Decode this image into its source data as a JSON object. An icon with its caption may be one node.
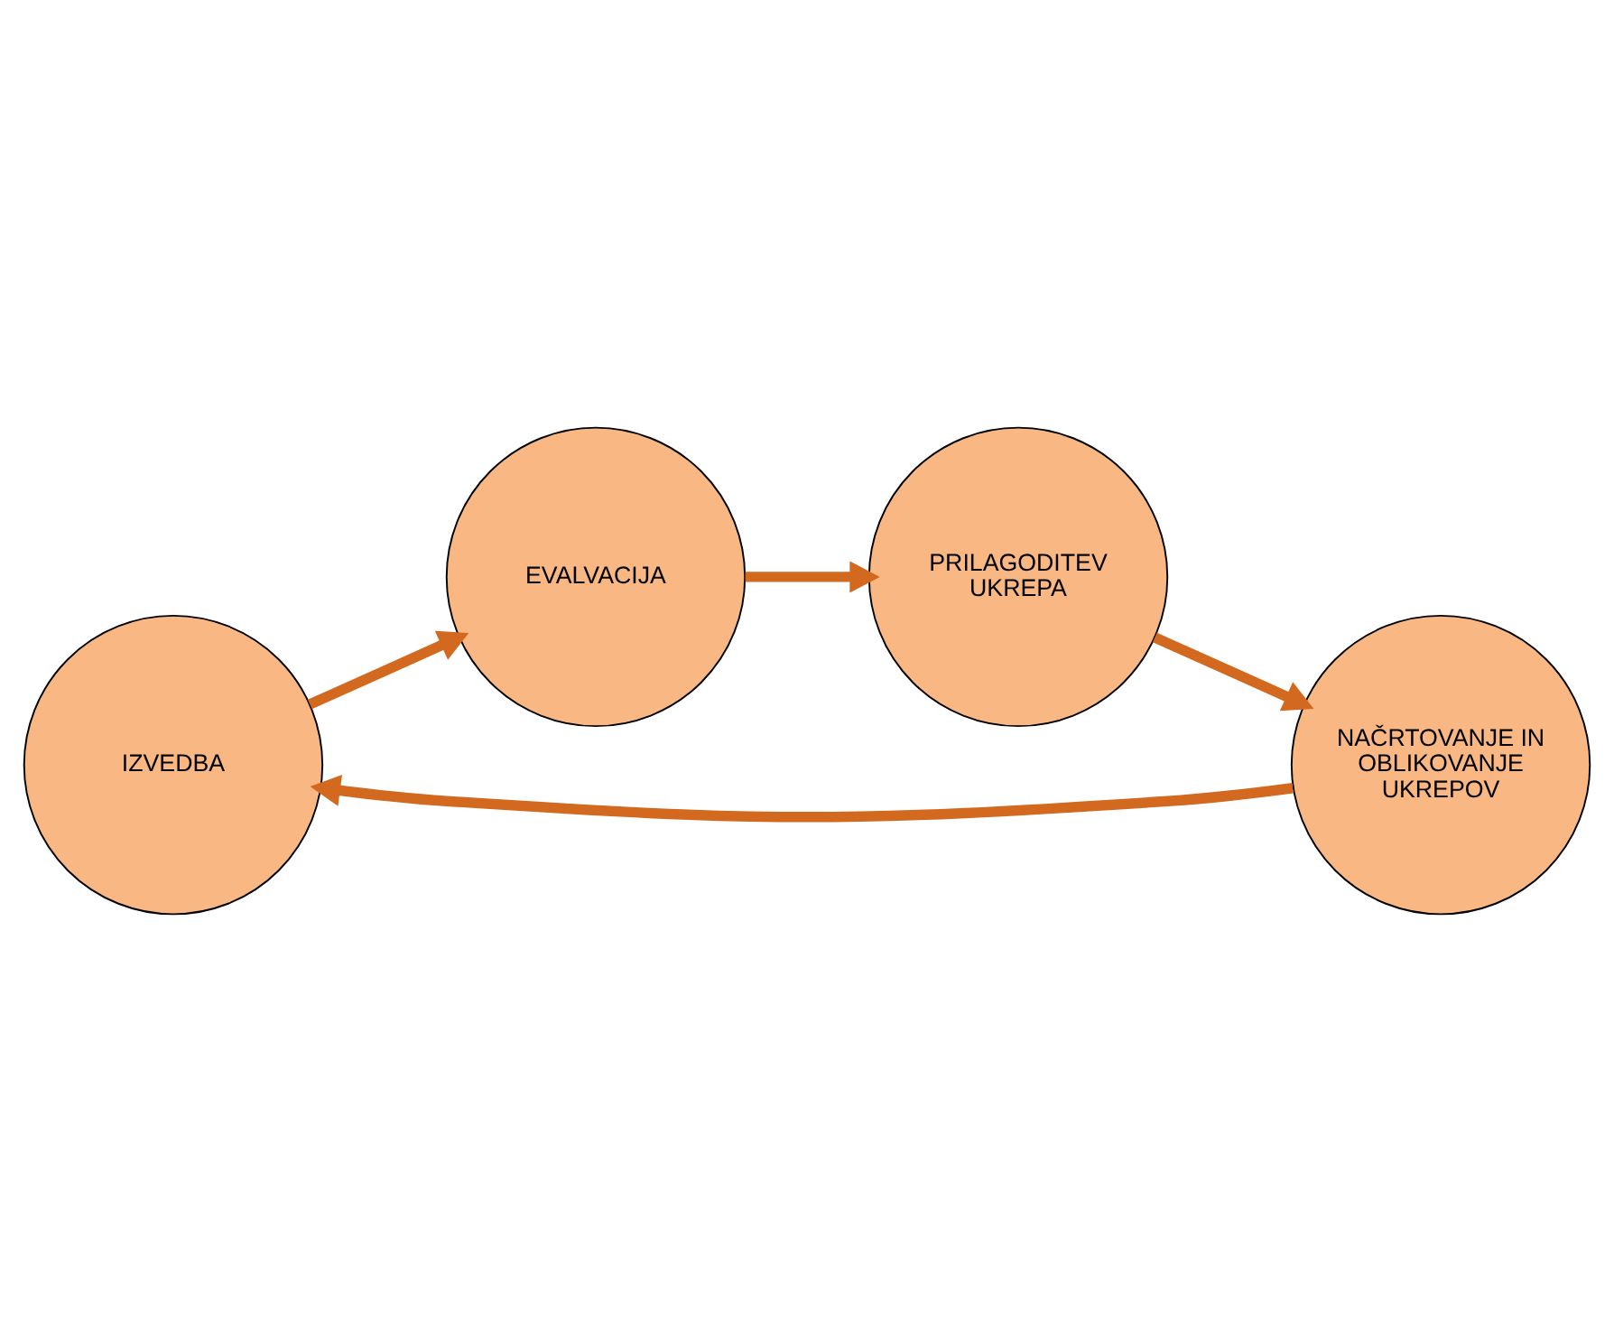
{
  "diagram": {
    "nodes": [
      {
        "text": [
          "IZVEDBA"
        ]
      },
      {
        "text": [
          "NAČRTOVANJE IN OBLIKOVANJE UKREPOV"
        ]
      },
      {
        "text": [
          "EVALVACIJA"
        ]
      },
      {
        "text": [
          "PRILAGODITEV UKREPA"
        ]
      }
    ],
    "edges": [
      {
        "from": 1,
        "to": 0,
        "arrow": "to"
      },
      {
        "from": 0,
        "to": 2,
        "arrow": "to"
      },
      {
        "from": 2,
        "to": 3,
        "arrow": "to"
      },
      {
        "from": 3,
        "to": 1,
        "arrow": "to"
      }
    ]
  }
}
